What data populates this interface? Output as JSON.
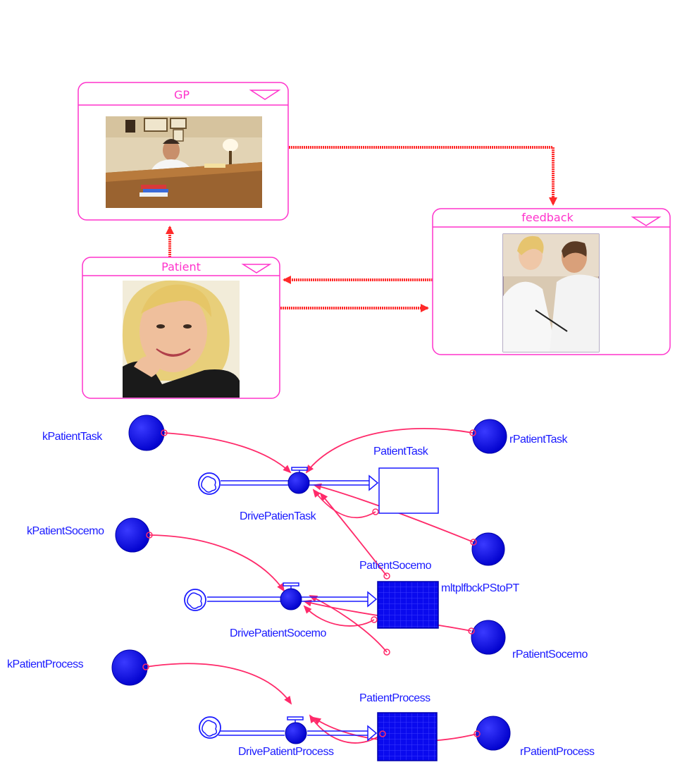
{
  "modules": {
    "gp": {
      "title": "GP",
      "photo": "doctor at desk"
    },
    "patient": {
      "title": "Patient",
      "photo": "smiling woman"
    },
    "feedback": {
      "title": "feedback",
      "photo": "doctor with patient"
    }
  },
  "variables": {
    "kPatientTask": "kPatientTask",
    "rPatientTask": "rPatientTask",
    "PatientTask": "PatientTask",
    "DrivePatienTask": "DrivePatienTask",
    "kPatientSocemo": "kPatientSocemo",
    "PatientSocemo": "PatientSocemo",
    "mltplfbckPStoPT": "mltplfbckPStoPT",
    "DrivePatientSocemo": "DrivePatientSocemo",
    "rPatientSocemo": "rPatientSocemo",
    "kPatientProcess": "kPatientProcess",
    "PatientProcess": "PatientProcess",
    "DrivePatientProcess": "DrivePatientProcess",
    "rPatientProcess": "rPatientProcess"
  },
  "colors": {
    "module_border": "#ff33cc",
    "module_link": "#ff2a2a",
    "variable": "#1a1aff",
    "connector": "#ff2a6a"
  }
}
